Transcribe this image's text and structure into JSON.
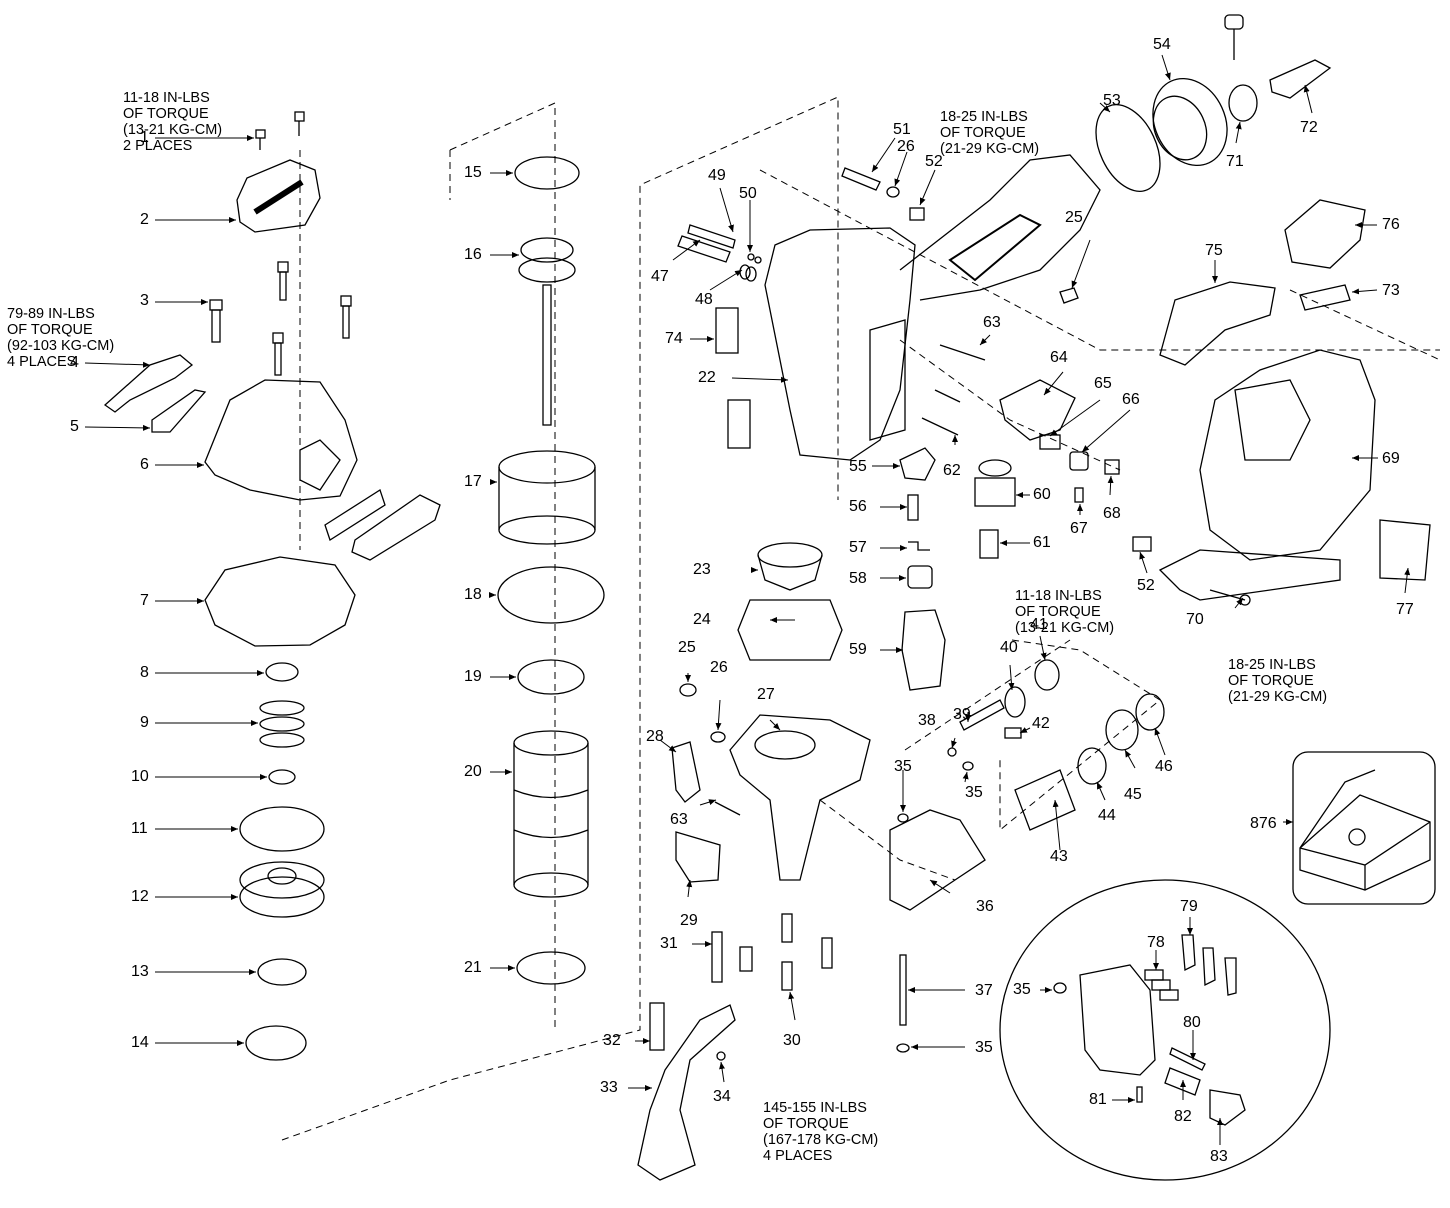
{
  "title": "Coil Nailer Exploded Parts Diagram",
  "torque_notes": [
    {
      "id": "note-cap-screws",
      "lines": [
        "11-18 IN-LBS",
        "OF TORQUE",
        "(13-21 KG-CM)",
        "2 PLACES"
      ]
    },
    {
      "id": "note-cylinder-cap",
      "lines": [
        "79-89 IN-LBS",
        "OF TORQUE",
        "(92-103 KG-CM)",
        "4 PLACES"
      ]
    },
    {
      "id": "note-handle-screw",
      "lines": [
        "18-25 IN-LBS",
        "OF TORQUE",
        "(21-29 KG-CM)"
      ]
    },
    {
      "id": "note-magazine-nut",
      "lines": [
        "11-18 IN-LBS",
        "OF TORQUE",
        "(13-21 KG-CM)"
      ]
    },
    {
      "id": "note-magazine-bolt",
      "lines": [
        "18-25 IN-LBS",
        "OF TORQUE",
        "(21-29 KG-CM)"
      ]
    },
    {
      "id": "note-nose-screws",
      "lines": [
        "145-155 IN-LBS",
        "OF TORQUE",
        "(167-178 KG-CM)",
        "4 PLACES"
      ]
    }
  ],
  "parts": [
    {
      "id": "p1",
      "label": "1"
    },
    {
      "id": "p2",
      "label": "2"
    },
    {
      "id": "p3",
      "label": "3"
    },
    {
      "id": "p4",
      "label": "4"
    },
    {
      "id": "p5",
      "label": "5"
    },
    {
      "id": "p6",
      "label": "6"
    },
    {
      "id": "p7",
      "label": "7"
    },
    {
      "id": "p8",
      "label": "8"
    },
    {
      "id": "p9",
      "label": "9"
    },
    {
      "id": "p10",
      "label": "10"
    },
    {
      "id": "p11",
      "label": "11"
    },
    {
      "id": "p12",
      "label": "12"
    },
    {
      "id": "p13",
      "label": "13"
    },
    {
      "id": "p14",
      "label": "14"
    },
    {
      "id": "p15",
      "label": "15"
    },
    {
      "id": "p16",
      "label": "16"
    },
    {
      "id": "p17",
      "label": "17"
    },
    {
      "id": "p18",
      "label": "18"
    },
    {
      "id": "p19",
      "label": "19"
    },
    {
      "id": "p20",
      "label": "20"
    },
    {
      "id": "p21",
      "label": "21"
    },
    {
      "id": "p22",
      "label": "22"
    },
    {
      "id": "p23",
      "label": "23"
    },
    {
      "id": "p24",
      "label": "24"
    },
    {
      "id": "p25a",
      "label": "25"
    },
    {
      "id": "p25b",
      "label": "25"
    },
    {
      "id": "p26a",
      "label": "26"
    },
    {
      "id": "p26b",
      "label": "26"
    },
    {
      "id": "p27",
      "label": "27"
    },
    {
      "id": "p28",
      "label": "28"
    },
    {
      "id": "p29",
      "label": "29"
    },
    {
      "id": "p30",
      "label": "30"
    },
    {
      "id": "p31",
      "label": "31"
    },
    {
      "id": "p32",
      "label": "32"
    },
    {
      "id": "p33",
      "label": "33"
    },
    {
      "id": "p34",
      "label": "34"
    },
    {
      "id": "p35a",
      "label": "35"
    },
    {
      "id": "p35b",
      "label": "35"
    },
    {
      "id": "p35c",
      "label": "35"
    },
    {
      "id": "p35d",
      "label": "35"
    },
    {
      "id": "p36",
      "label": "36"
    },
    {
      "id": "p37",
      "label": "37"
    },
    {
      "id": "p38",
      "label": "38"
    },
    {
      "id": "p39",
      "label": "39"
    },
    {
      "id": "p40",
      "label": "40"
    },
    {
      "id": "p41",
      "label": "41"
    },
    {
      "id": "p42",
      "label": "42"
    },
    {
      "id": "p43",
      "label": "43"
    },
    {
      "id": "p44",
      "label": "44"
    },
    {
      "id": "p45",
      "label": "45"
    },
    {
      "id": "p46",
      "label": "46"
    },
    {
      "id": "p47",
      "label": "47"
    },
    {
      "id": "p48",
      "label": "48"
    },
    {
      "id": "p49",
      "label": "49"
    },
    {
      "id": "p50",
      "label": "50"
    },
    {
      "id": "p51",
      "label": "51"
    },
    {
      "id": "p52a",
      "label": "52"
    },
    {
      "id": "p52b",
      "label": "52"
    },
    {
      "id": "p53",
      "label": "53"
    },
    {
      "id": "p54",
      "label": "54"
    },
    {
      "id": "p55",
      "label": "55"
    },
    {
      "id": "p56",
      "label": "56"
    },
    {
      "id": "p57",
      "label": "57"
    },
    {
      "id": "p58",
      "label": "58"
    },
    {
      "id": "p59",
      "label": "59"
    },
    {
      "id": "p60",
      "label": "60"
    },
    {
      "id": "p61",
      "label": "61"
    },
    {
      "id": "p62",
      "label": "62"
    },
    {
      "id": "p63a",
      "label": "63"
    },
    {
      "id": "p63b",
      "label": "63"
    },
    {
      "id": "p64",
      "label": "64"
    },
    {
      "id": "p65",
      "label": "65"
    },
    {
      "id": "p66",
      "label": "66"
    },
    {
      "id": "p67",
      "label": "67"
    },
    {
      "id": "p68",
      "label": "68"
    },
    {
      "id": "p69",
      "label": "69"
    },
    {
      "id": "p70",
      "label": "70"
    },
    {
      "id": "p71",
      "label": "71"
    },
    {
      "id": "p72",
      "label": "72"
    },
    {
      "id": "p73",
      "label": "73"
    },
    {
      "id": "p74",
      "label": "74"
    },
    {
      "id": "p75",
      "label": "75"
    },
    {
      "id": "p76",
      "label": "76"
    },
    {
      "id": "p77",
      "label": "77"
    },
    {
      "id": "p78",
      "label": "78"
    },
    {
      "id": "p79",
      "label": "79"
    },
    {
      "id": "p80",
      "label": "80"
    },
    {
      "id": "p81",
      "label": "81"
    },
    {
      "id": "p82",
      "label": "82"
    },
    {
      "id": "p83",
      "label": "83"
    },
    {
      "id": "p876",
      "label": "876"
    }
  ]
}
